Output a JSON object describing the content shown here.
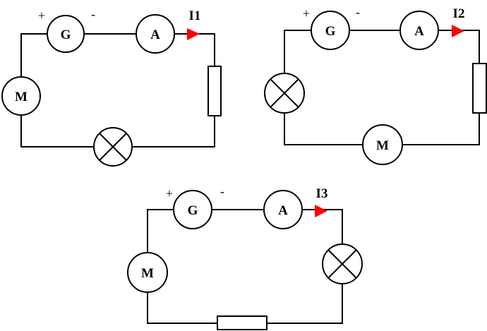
{
  "circuits": [
    {
      "id": "circuit-1",
      "generator": "G",
      "ammeter": "A",
      "motor": "M",
      "plus": "+",
      "minus": "-",
      "current": "I1",
      "arrow_color": "#ff0000"
    },
    {
      "id": "circuit-2",
      "generator": "G",
      "ammeter": "A",
      "motor": "M",
      "plus": "+",
      "minus": "-",
      "current": "I2",
      "arrow_color": "#ff0000"
    },
    {
      "id": "circuit-3",
      "generator": "G",
      "ammeter": "A",
      "motor": "M",
      "plus": "+",
      "minus": "-",
      "current": "I3",
      "arrow_color": "#ff0000"
    }
  ]
}
